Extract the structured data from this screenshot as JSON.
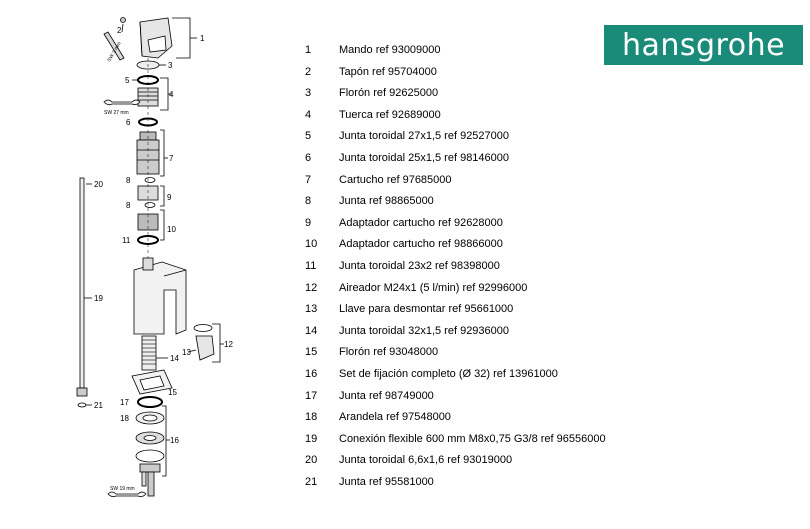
{
  "brand": {
    "name": "hansgrohe",
    "color": "#1a8b78"
  },
  "parts": [
    {
      "num": "1",
      "desc": "Mando ref 93009000"
    },
    {
      "num": "2",
      "desc": "Tapón ref 95704000"
    },
    {
      "num": "3",
      "desc": "Florón ref 92625000"
    },
    {
      "num": "4",
      "desc": "Tuerca ref 92689000"
    },
    {
      "num": "5",
      "desc": "Junta toroidal 27x1,5 ref 92527000"
    },
    {
      "num": "6",
      "desc": "Junta toroidal 25x1,5 ref 98146000"
    },
    {
      "num": "7",
      "desc": "Cartucho ref 97685000"
    },
    {
      "num": "8",
      "desc": "Junta ref 98865000"
    },
    {
      "num": "9",
      "desc": "Adaptador cartucho ref 92628000"
    },
    {
      "num": "10",
      "desc": "Adaptador cartucho ref 98866000"
    },
    {
      "num": "11",
      "desc": "Junta toroidal 23x2 ref 98398000"
    },
    {
      "num": "12",
      "desc": "Aireador M24x1 (5 l/min) ref 92996000"
    },
    {
      "num": "13",
      "desc": "Llave para desmontar ref 95661000"
    },
    {
      "num": "14",
      "desc": "Junta toroidal 32x1,5 ref 92936000"
    },
    {
      "num": "15",
      "desc": "Florón ref 93048000"
    },
    {
      "num": "16",
      "desc": "Set de fijación completo (Ø 32) ref 13961000"
    },
    {
      "num": "17",
      "desc": "Junta ref 98749000"
    },
    {
      "num": "18",
      "desc": "Arandela ref 97548000"
    },
    {
      "num": "19",
      "desc": "Conexión flexible 600 mm M8x0,75 G3/8 ref 96556000"
    },
    {
      "num": "20",
      "desc": "Junta toroidal 6,6x1,6 ref 93019000"
    },
    {
      "num": "21",
      "desc": "Junta ref 95581000"
    }
  ],
  "diagram": {
    "wrench_top_label": "SW 27 mm",
    "wrench_bottom_label": "SW 19 mm",
    "hex_key_label": "SW 3 mm",
    "callouts": [
      "1",
      "2",
      "3",
      "4",
      "5",
      "6",
      "7",
      "8",
      "8",
      "9",
      "10",
      "11",
      "12",
      "13",
      "14",
      "15",
      "16",
      "17",
      "18",
      "19",
      "20",
      "21"
    ]
  }
}
